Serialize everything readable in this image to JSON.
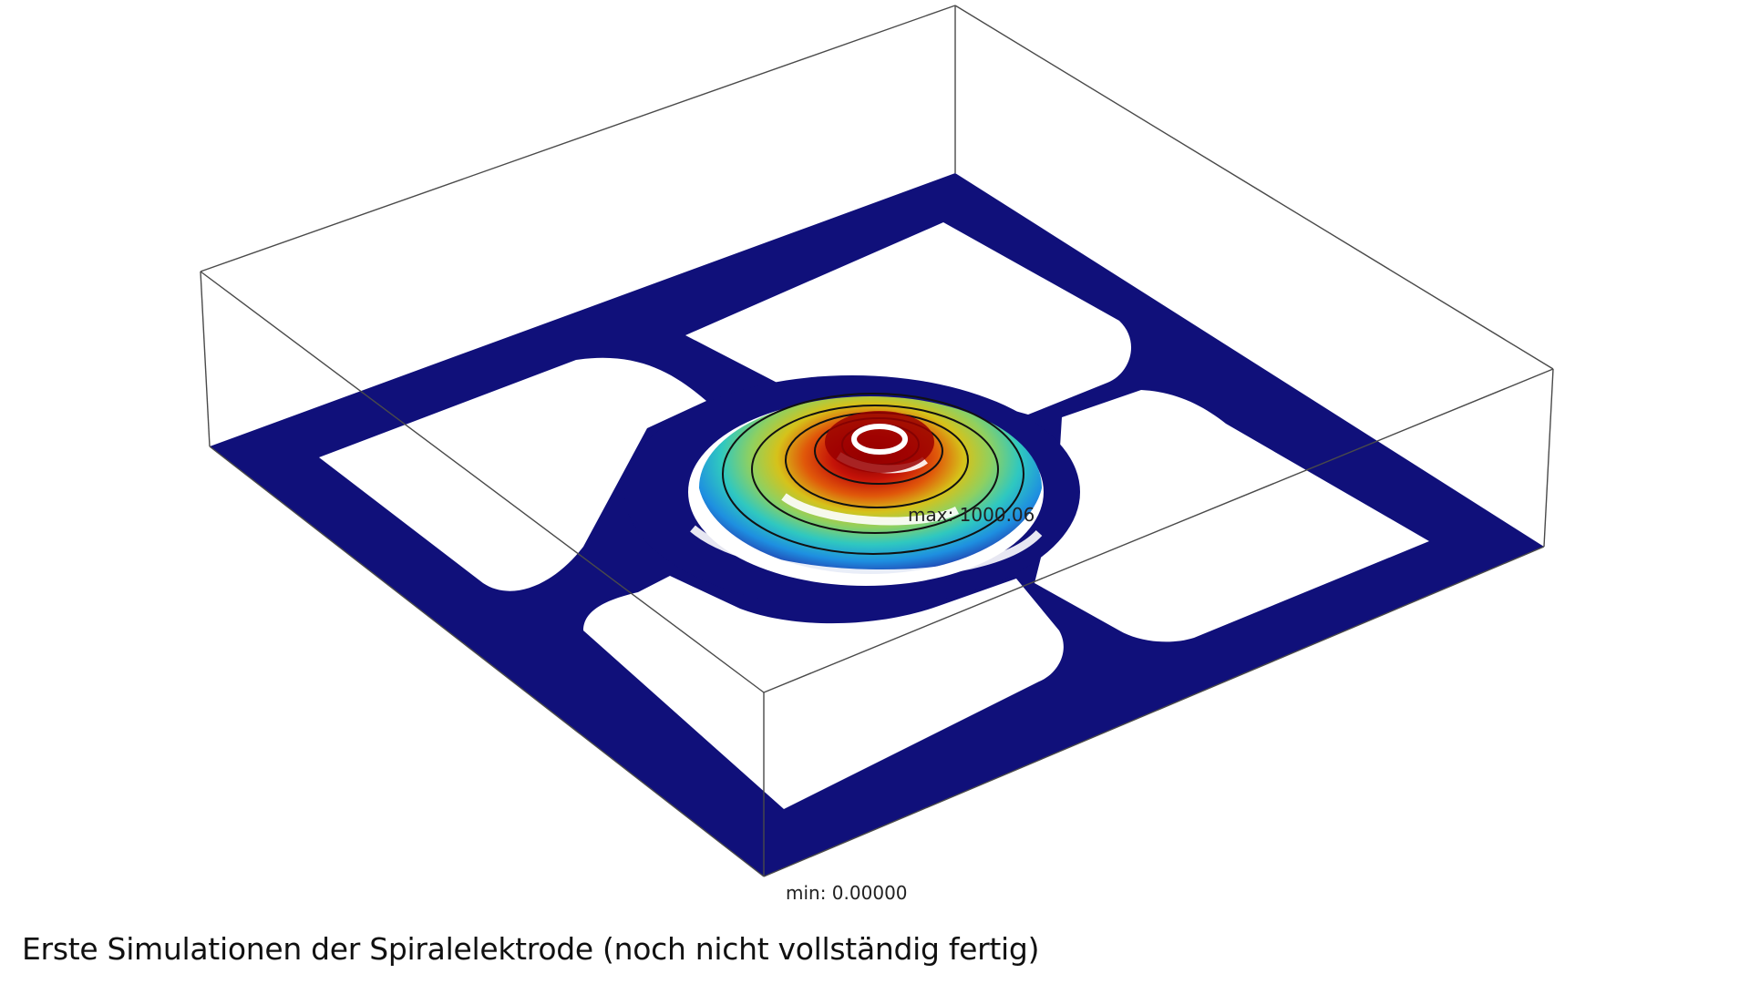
{
  "figure": {
    "max_label": "max: 1000.06",
    "min_label": "min: 0.00000",
    "caption": "Erste Simulationen der Spiralelektrode (noch nicht vollständig fertig)"
  },
  "colors": {
    "substrate": "#10107a",
    "box_edges": "#4a4a4a",
    "background": "#ffffff",
    "colormap": [
      "#1a2b9c",
      "#1e8fe0",
      "#2fc8c0",
      "#7fd36a",
      "#d6c21a",
      "#e07a0a",
      "#c41208",
      "#8a0000"
    ]
  }
}
